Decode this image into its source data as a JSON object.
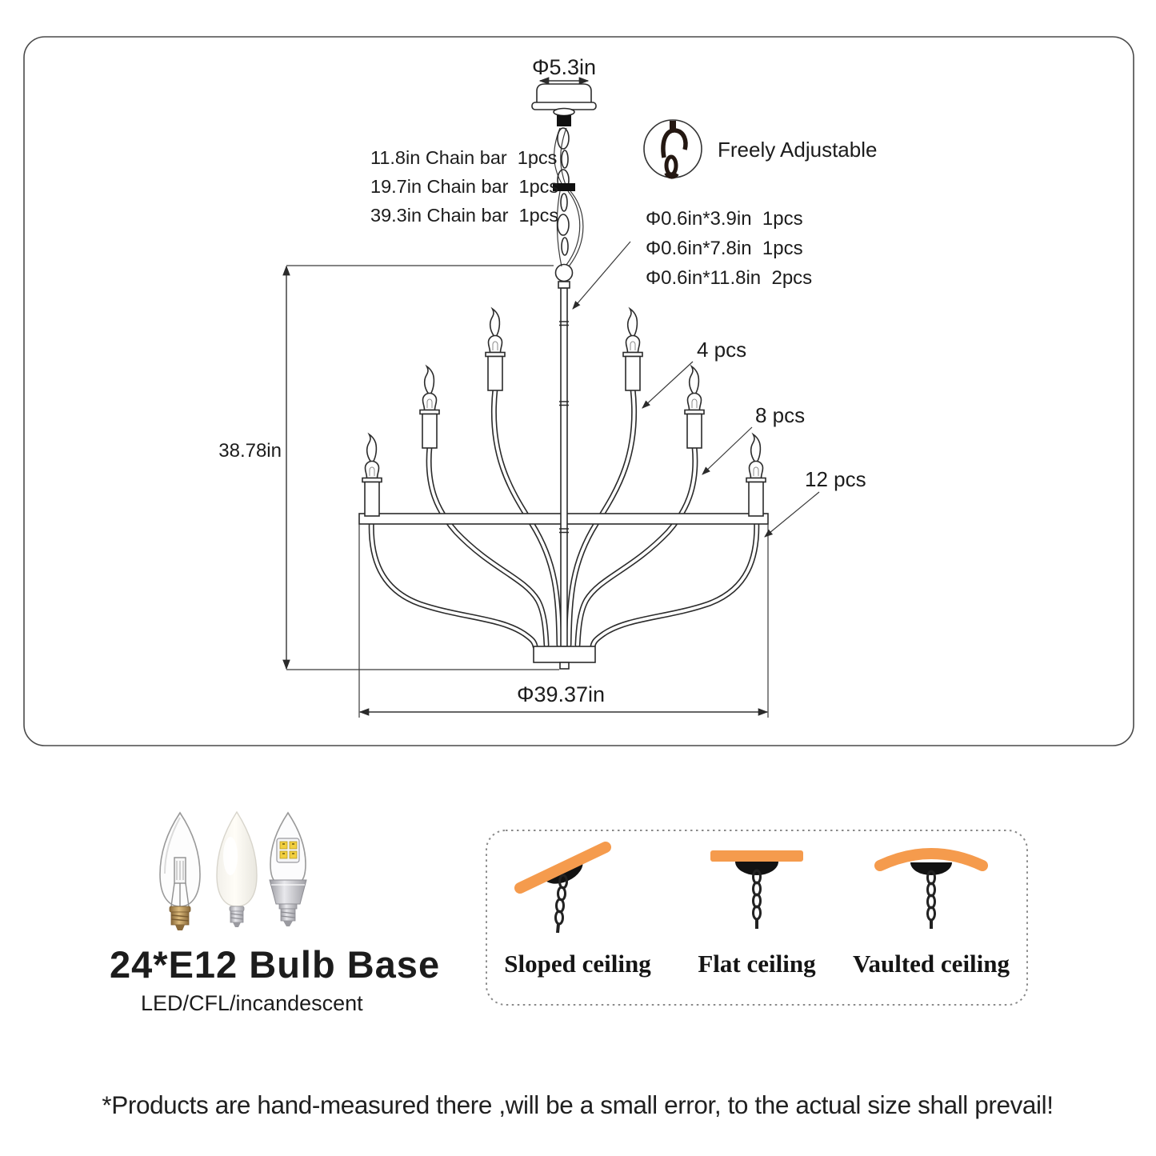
{
  "diagram": {
    "canopy_diameter": "Φ5.3in",
    "chain_bars": [
      "11.8in Chain bar  1pcs",
      "19.7in Chain bar  1pcs",
      "39.3in Chain bar  1pcs"
    ],
    "freely_adjustable": "Freely Adjustable",
    "rod_specs": [
      "Φ0.6in*3.9in  1pcs",
      "Φ0.6in*7.8in  1pcs",
      "Φ0.6in*11.8in  2pcs"
    ],
    "arm_counts": {
      "upper": "4 pcs",
      "middle": "8 pcs",
      "ring": "12 pcs"
    },
    "height": "38.78in",
    "diameter": "Φ39.37in"
  },
  "bulbs": {
    "title": "24*E12 Bulb Base",
    "subtitle": "LED/CFL/incandescent"
  },
  "ceilings": {
    "items": [
      {
        "label": "Sloped ceiling"
      },
      {
        "label": "Flat ceiling"
      },
      {
        "label": "Vaulted ceiling"
      }
    ]
  },
  "footer": {
    "note": "*Products are hand-measured there ,will be a small error, to the actual size shall prevail!"
  },
  "colors": {
    "accent_orange": "#F59B4D",
    "line": "#2b2b2b",
    "brass": "#c09a58",
    "silver": "#c6c6ca"
  }
}
